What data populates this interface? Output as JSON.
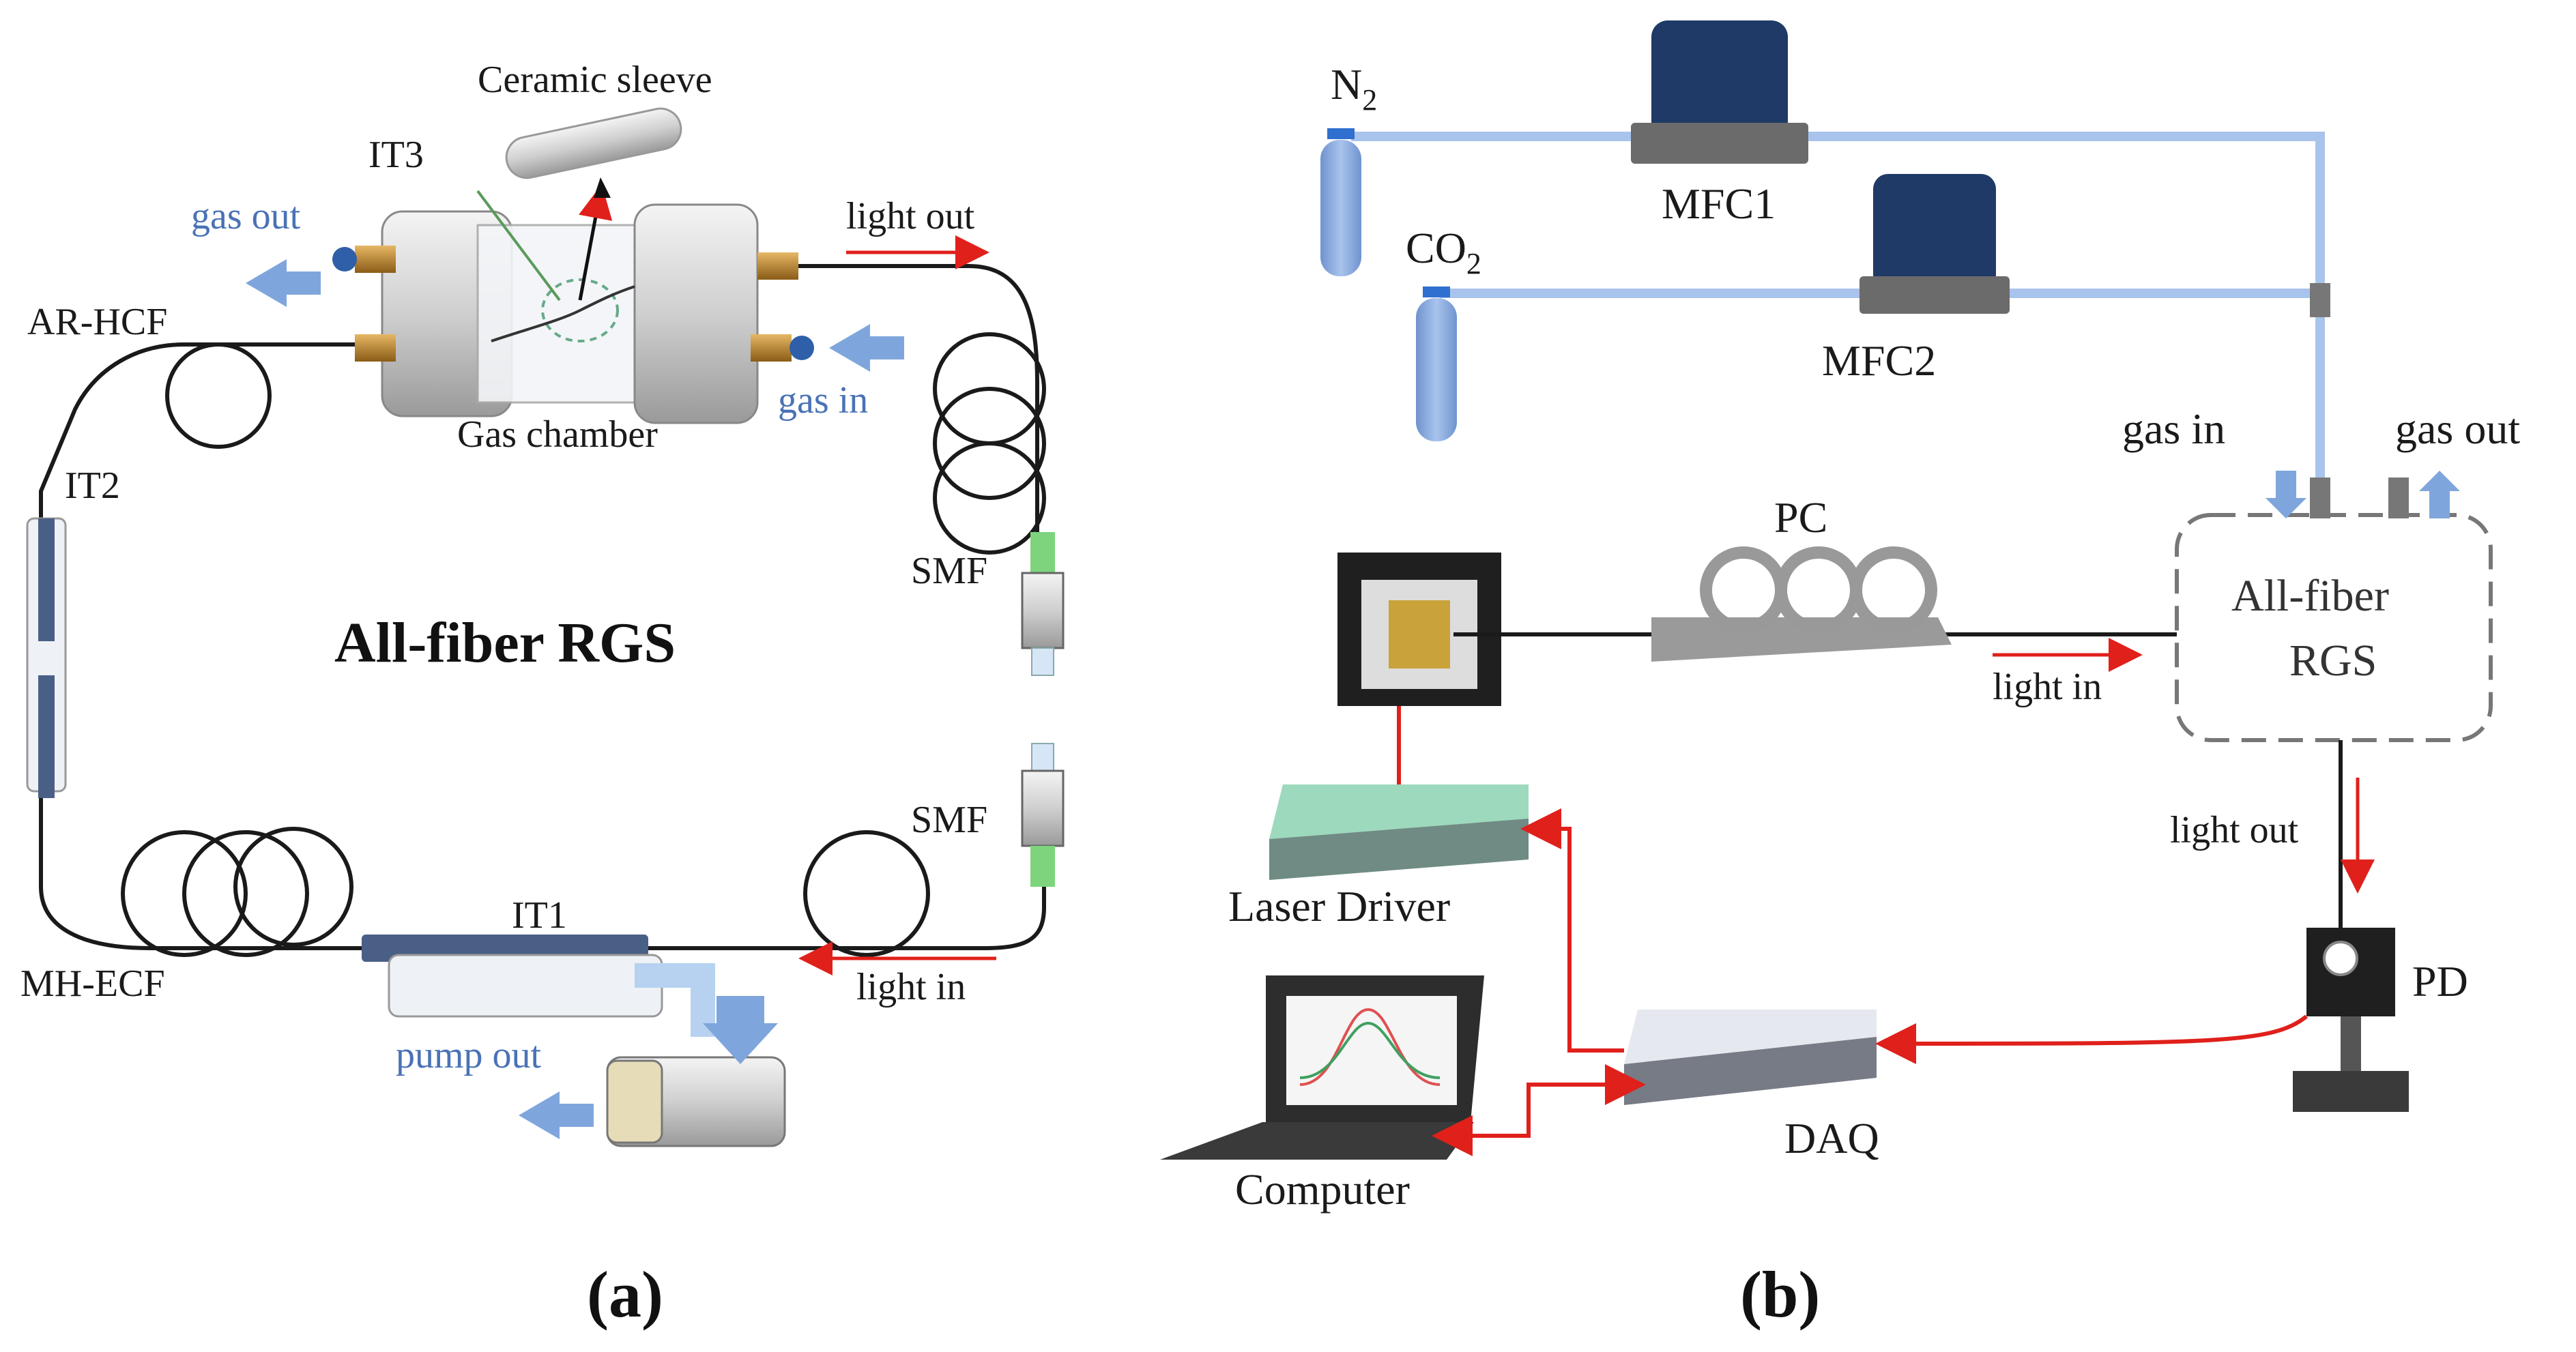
{
  "panel_a": {
    "caption": "(a)",
    "title": "All-fiber RGS",
    "labels": {
      "ceramic_sleeve": "Ceramic sleeve",
      "it3": "IT3",
      "gas_out": "gas out",
      "ar_hcf": "AR-HCF",
      "light_out": "light out",
      "gas_in": "gas in",
      "gas_chamber": "Gas chamber",
      "it2": "IT2",
      "smf_top": "SMF",
      "smf_bottom": "SMF",
      "mh_ecf": "MH-ECF",
      "it1": "IT1",
      "light_in": "light in",
      "pump_out": "pump out"
    }
  },
  "panel_b": {
    "caption": "(b)",
    "labels": {
      "n2": "N",
      "n2_sub": "2",
      "co2": "CO",
      "co2_sub": "2",
      "mfc1": "MFC1",
      "mfc2": "MFC2",
      "gas_in": "gas in",
      "gas_out": "gas out",
      "pc": "PC",
      "rgs_line1": "All-",
      "rgs_line2": "fiber",
      "rgs_line3": "RGS",
      "light_in": "light in",
      "light_out": "light out",
      "pd": "PD",
      "laser_driver": "Laser Driver",
      "daq": "DAQ",
      "computer": "Computer"
    }
  },
  "colors": {
    "fiber": "#1a1a1a",
    "gas_line": "#a9c4ec",
    "arrow_blue": "#7fa6dc",
    "signal_red": "#e0201b",
    "mfc_blue": "#1f3a66",
    "text_blue": "#4a72b5"
  }
}
